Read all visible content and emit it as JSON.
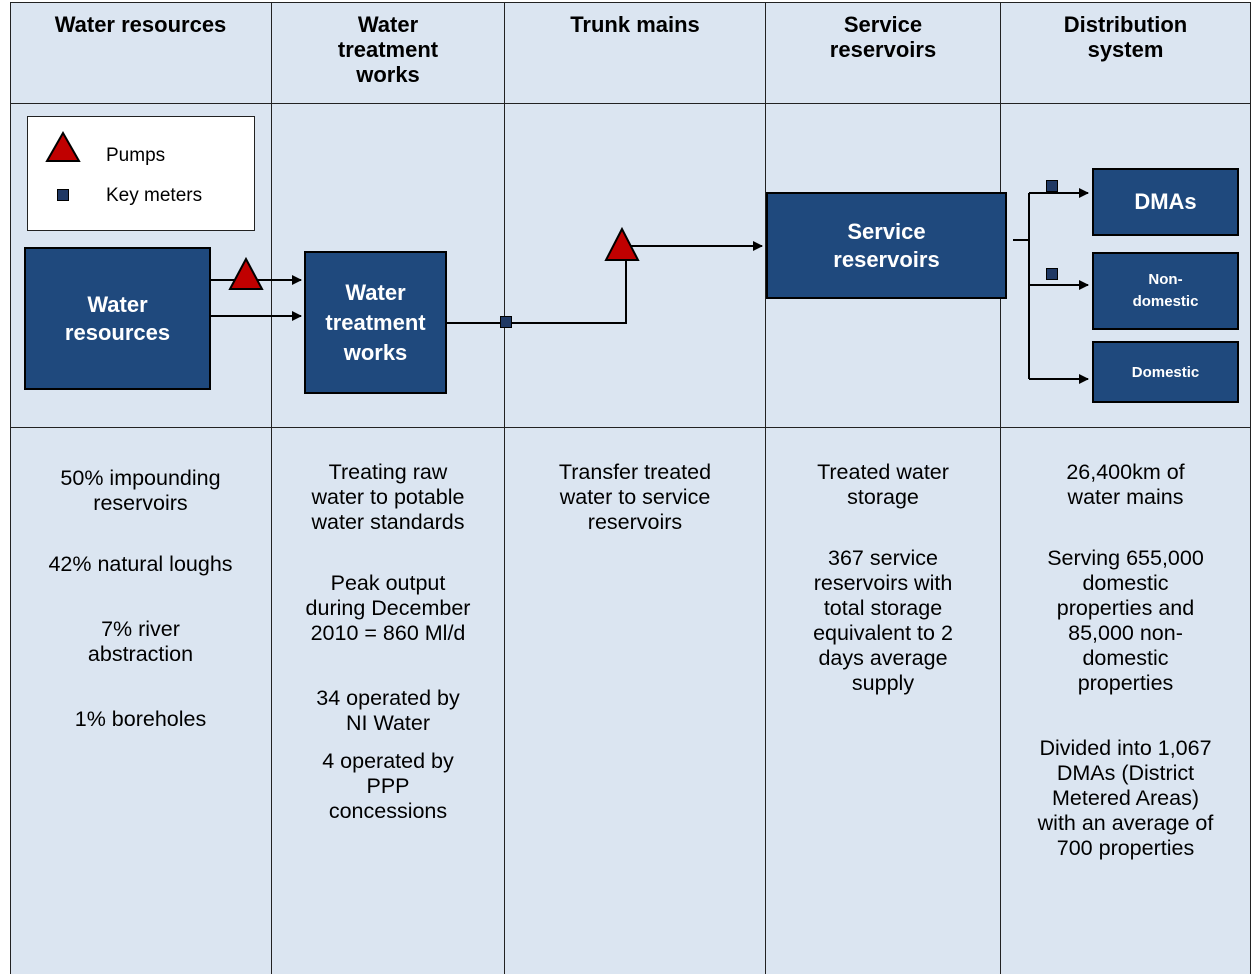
{
  "headers": [
    "Water resources",
    "Water\ntreatment\nworks",
    "Trunk mains",
    "Service\nreservoirs",
    "Distribution\nsystem"
  ],
  "legend": {
    "pumps_label": "Pumps",
    "meters_label": "Key meters",
    "pump_color": "#c00000",
    "meter_color": "#1f3864"
  },
  "boxes": {
    "water_resources": "Water\nresources",
    "water_treatment": "Water\ntreatment\nworks",
    "service_reservoirs": "Service\nreservoirs",
    "dmas": "DMAs",
    "non_domestic": "Non-\ndomestic",
    "domestic": "Domestic"
  },
  "descriptions": {
    "water_resources": [
      "50% impounding\nreservoirs",
      "42% natural loughs",
      "7% river\nabstraction",
      "1% boreholes"
    ],
    "water_treatment": [
      "Treating raw\nwater to potable\nwater standards",
      "Peak output\nduring December\n2010 = 860 Ml/d",
      "34 operated by\nNI Water",
      "4 operated by\nPPP\nconcessions"
    ],
    "trunk_mains": [
      "Transfer treated\nwater to service\nreservoirs"
    ],
    "service_reservoirs": [
      "Treated water\nstorage",
      "367 service\nreservoirs with\ntotal storage\nequivalent to 2\ndays average\nsupply"
    ],
    "distribution": [
      "26,400km of\nwater mains",
      "Serving 655,000\ndomestic\nproperties and\n85,000 non-\ndomestic\nproperties",
      "Divided into 1,067\nDMAs (District\nMetered Areas)\nwith an average of\n700 properties"
    ]
  },
  "colors": {
    "background": "#dbe5f1",
    "box_fill": "#1f497d",
    "box_text": "#ffffff"
  }
}
